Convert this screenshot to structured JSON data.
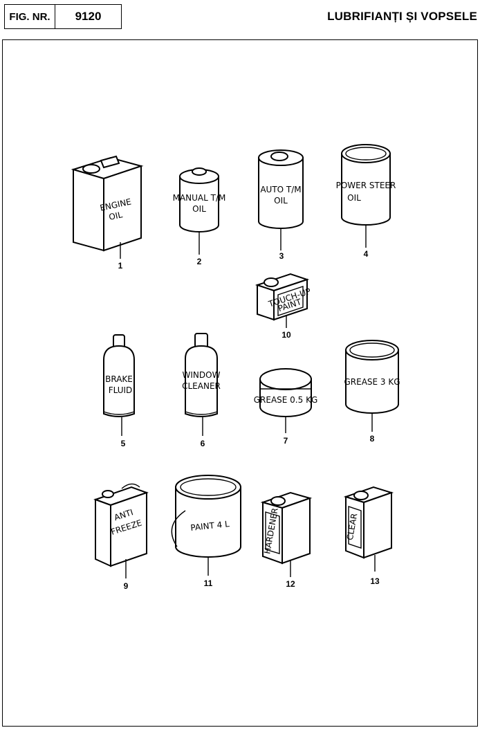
{
  "header": {
    "fig_label": "FIG. NR.",
    "fig_number": "9120",
    "title": "LUBRIFIANȚI ȘI VOPSELE"
  },
  "parts": [
    {
      "number": "1",
      "label_lines": [
        "ENGINE",
        "OIL"
      ],
      "icon": "oil-can-icon"
    },
    {
      "number": "2",
      "label_lines": [
        "MANUAL T/M",
        "OIL"
      ],
      "icon": "bottle-can-icon"
    },
    {
      "number": "3",
      "label_lines": [
        "AUTO T/M",
        "OIL"
      ],
      "icon": "tin-can-icon"
    },
    {
      "number": "4",
      "label_lines": [
        "POWER STEER",
        "OIL"
      ],
      "icon": "tin-can-icon"
    },
    {
      "number": "10",
      "label_lines": [
        "TOUCH-UP",
        "PAINT"
      ],
      "icon": "small-tin-icon"
    },
    {
      "number": "5",
      "label_lines": [
        "BRAKE",
        "FLUID"
      ],
      "icon": "bottle-icon"
    },
    {
      "number": "6",
      "label_lines": [
        "WINDOW",
        "CLEANER"
      ],
      "icon": "bottle-icon"
    },
    {
      "number": "7",
      "label_lines": [
        "GREASE 0.5 KG"
      ],
      "icon": "grease-tin-icon"
    },
    {
      "number": "8",
      "label_lines": [
        "GREASE 3 KG"
      ],
      "icon": "grease-drum-icon"
    },
    {
      "number": "9",
      "label_lines": [
        "ANTI",
        "FREEZE"
      ],
      "icon": "jerrycan-icon"
    },
    {
      "number": "11",
      "label_lines": [
        "PAINT 4 L"
      ],
      "icon": "paint-bucket-icon"
    },
    {
      "number": "12",
      "label_lines": [
        "HARDENER"
      ],
      "icon": "rect-can-icon"
    },
    {
      "number": "13",
      "label_lines": [
        "CLEAR"
      ],
      "icon": "rect-can-icon"
    }
  ]
}
